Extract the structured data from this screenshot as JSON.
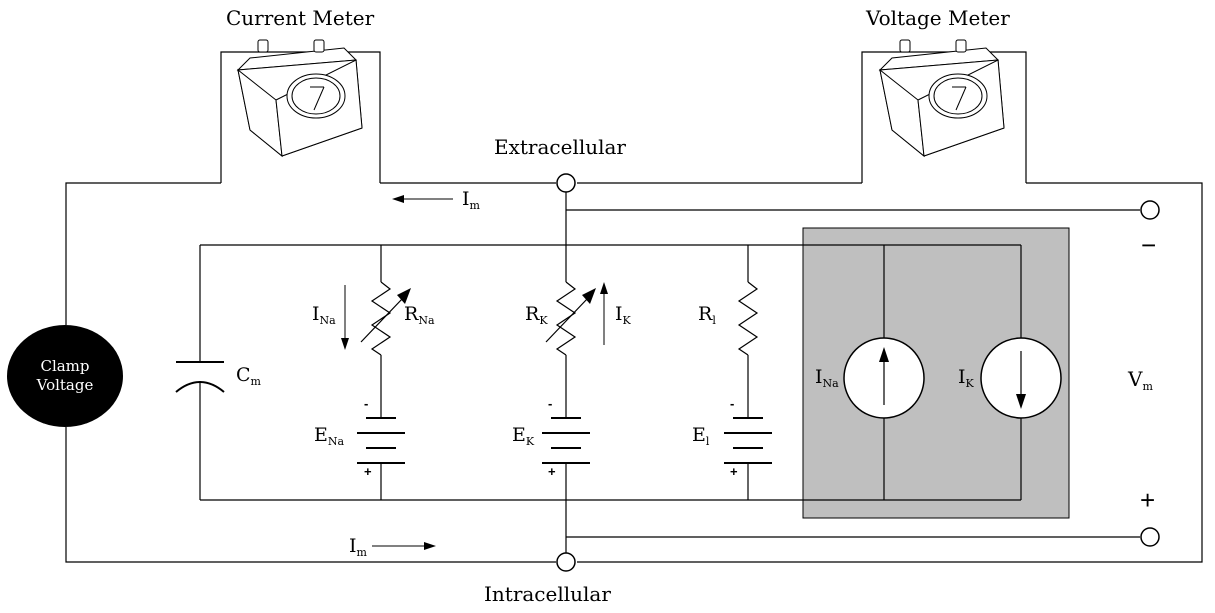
{
  "meters": {
    "current": "Current Meter",
    "voltage": "Voltage Meter"
  },
  "terminals": {
    "extracellular": "Extracellular",
    "intracellular": "Intracellular"
  },
  "clamp": {
    "line1": "Clamp",
    "line2": "Voltage"
  },
  "currents": {
    "im_top": {
      "main": "I",
      "sub": "m"
    },
    "im_bottom": {
      "main": "I",
      "sub": "m"
    },
    "ina_branch": {
      "main": "I",
      "sub": "Na"
    },
    "ik_branch": {
      "main": "I",
      "sub": "K"
    },
    "ina_source": {
      "main": "I",
      "sub": "Na"
    },
    "ik_source": {
      "main": "I",
      "sub": "K"
    }
  },
  "components": {
    "cm": {
      "main": "C",
      "sub": "m"
    },
    "rna": {
      "main": "R",
      "sub": "Na"
    },
    "rk": {
      "main": "R",
      "sub": "K"
    },
    "rl": {
      "main": "R",
      "sub": "l"
    },
    "ena": {
      "main": "E",
      "sub": "Na"
    },
    "ek": {
      "main": "E",
      "sub": "K"
    },
    "el": {
      "main": "E",
      "sub": "l"
    }
  },
  "voltage": {
    "main": "V",
    "sub": "m",
    "minus": "−",
    "plus": "+"
  },
  "battery_polarity": {
    "minus": "-",
    "plus": "+"
  },
  "colors": {
    "line": "#000000",
    "shade": "#bfbfbf",
    "clamp_fill": "#000000"
  }
}
